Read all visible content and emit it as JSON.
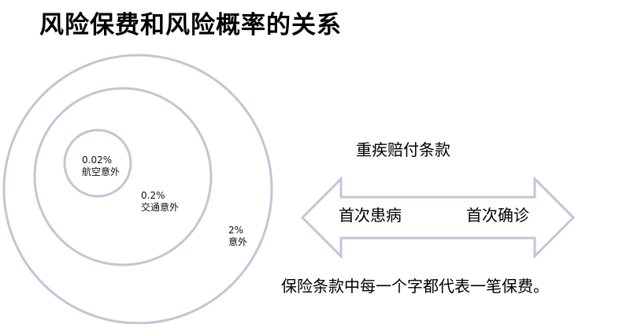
{
  "title": "风险保费和风险概率的关系",
  "circles": {
    "inner": {
      "probability": "0.02%",
      "name": "航空意外"
    },
    "middle": {
      "probability": "0.2%",
      "name": "交通意外"
    },
    "outer": {
      "probability": "2%",
      "name": "意外"
    }
  },
  "clause": {
    "heading": "重疾赔付条款",
    "left_label": "首次患病",
    "right_label": "首次确诊"
  },
  "footer": "保险条款中每一个字都代表一笔保费。",
  "colors": {
    "circle_stroke": "#c9c2d6",
    "arrow_stroke": "#c9c2d6",
    "text": "#000000"
  }
}
